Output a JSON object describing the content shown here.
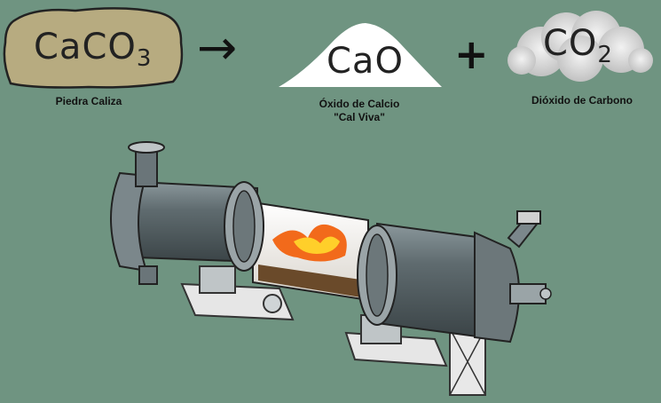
{
  "reaction": {
    "reactant": {
      "main": "CaCO",
      "sub": "3",
      "caption": "Piedra Caliza"
    },
    "arrow": "→",
    "product1": {
      "main": "CaO",
      "caption_line1": "Óxido de Calcio",
      "caption_line2": "\"Cal Viva\""
    },
    "plus": "+",
    "product2": {
      "main": "CO",
      "sub": "2",
      "caption": "Dióxido de Carbono"
    }
  },
  "colors": {
    "background": "#6f9481",
    "stone": "#b7ab80",
    "lime": "#ffffff",
    "smoke": "#dcdcdc",
    "kiln_body": "#5f6b6f",
    "flame": "#f26a1b"
  },
  "icons": [
    "limestone-rock-icon",
    "lime-powder-pile-icon",
    "co2-cloud-icon",
    "rotary-kiln-illustration"
  ]
}
